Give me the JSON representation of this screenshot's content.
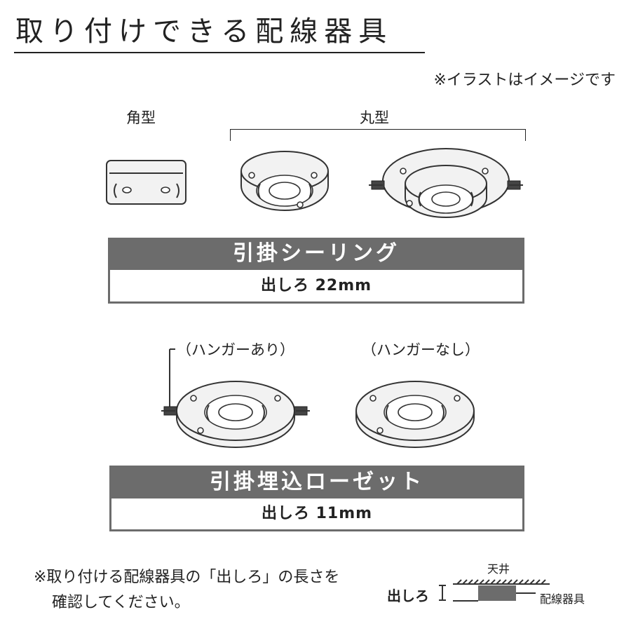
{
  "title": "取り付けできる配線器具",
  "illustration_note": "※イラストはイメージです",
  "section1": {
    "square_label": "角型",
    "round_label": "丸型",
    "banner": "引掛シーリング",
    "sub": "出しろ 22mm"
  },
  "section2": {
    "with_hanger_label": "（ハンガーあり）",
    "without_hanger_label": "（ハンガーなし）",
    "banner": "引掛埋込ローゼット",
    "sub": "出しろ 11mm"
  },
  "bottom_note": {
    "line1": "※取り付ける配線器具の「出しろ」の長さを",
    "line2": "確認してください。"
  },
  "diagram": {
    "dashiro_label": "出しろ",
    "ceiling_label": "天井",
    "fixture_label": "配線器具"
  },
  "colors": {
    "banner_bg": "#6c6c6c",
    "text": "#222222"
  }
}
